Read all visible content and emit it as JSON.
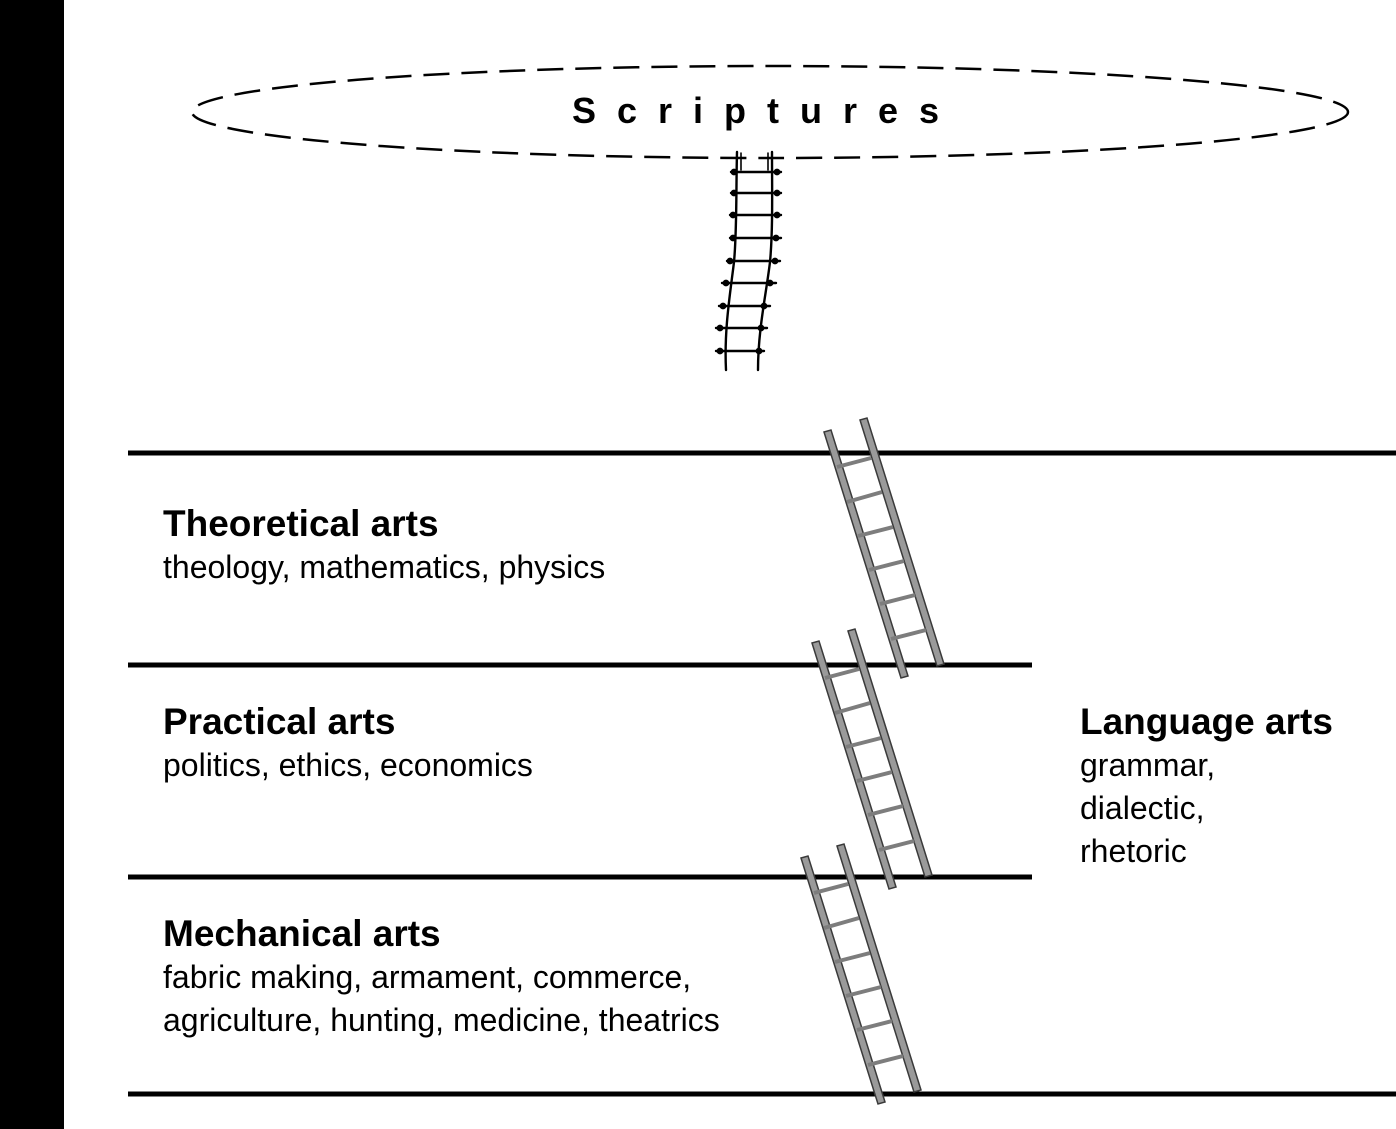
{
  "scriptures": {
    "label": "Scriptures"
  },
  "levels": [
    {
      "title": "Theoretical arts",
      "items": "theology, mathematics, physics"
    },
    {
      "title": "Practical arts",
      "items": "politics, ethics, economics"
    },
    {
      "title": "Mechanical arts",
      "items_line1": "fabric making, armament, commerce,",
      "items_line2": "agriculture, hunting, medicine, theatrics"
    }
  ],
  "language_arts": {
    "title": "Language arts",
    "items": [
      "grammar,",
      "dialectic,",
      "rhetoric"
    ]
  },
  "colors": {
    "background": "#ffffff",
    "left_bar": "#000000",
    "lines": "#000000",
    "ladder_wood": "#9a9a9a",
    "ladder_outline": "#3a3a3a"
  },
  "icons": [
    "rope-ladder-icon",
    "wooden-ladder-icon"
  ]
}
